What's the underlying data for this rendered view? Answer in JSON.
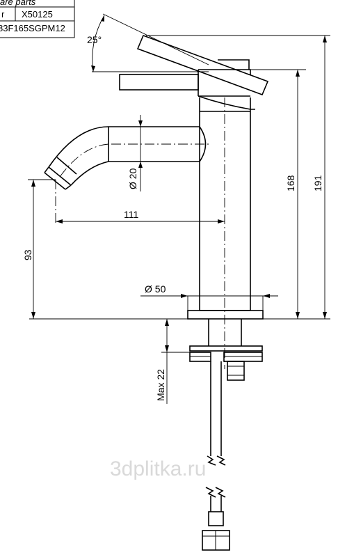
{
  "parts_table": {
    "header": "are parts",
    "rows": [
      {
        "label": "r",
        "value": "X50125"
      },
      {
        "label": "",
        "value": "83F165SGPM12"
      }
    ]
  },
  "dimensions": {
    "angle": "25°",
    "height_total": "191",
    "height_body": "168",
    "spout_height": "93",
    "spout_reach": "111",
    "spout_diameter": "Ø 20",
    "base_diameter": "Ø 50",
    "max_thickness": "Max 22"
  },
  "watermark": "3dplitka.ru"
}
